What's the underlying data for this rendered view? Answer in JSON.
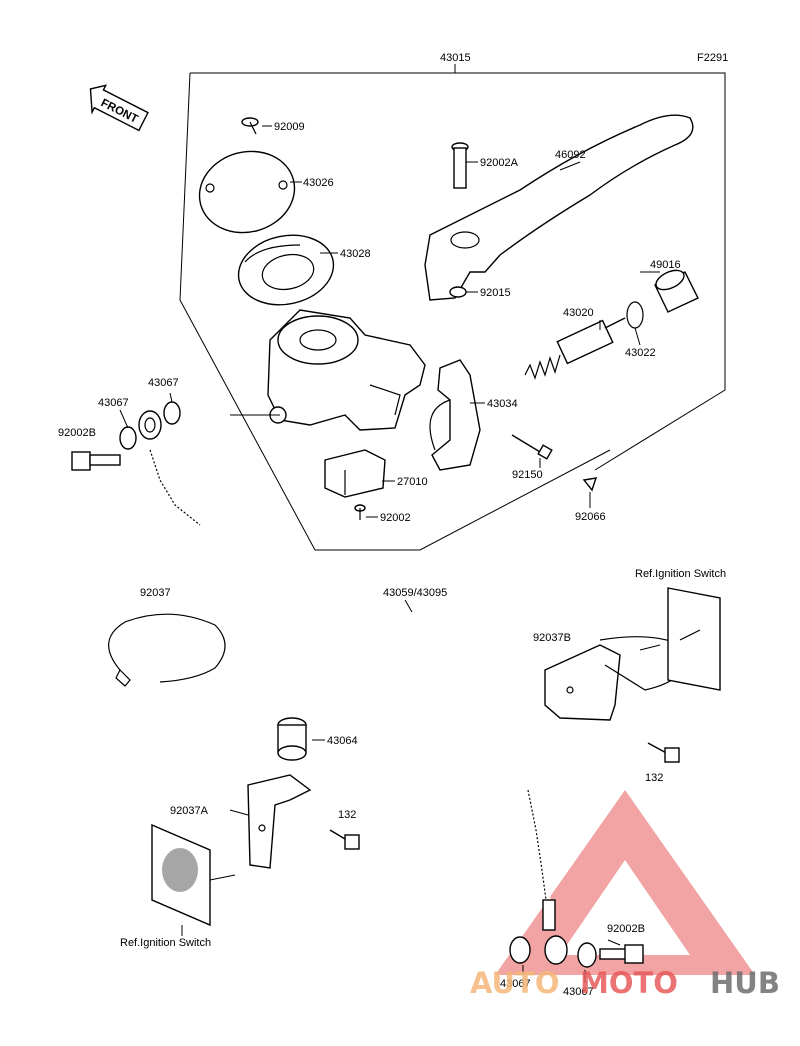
{
  "diagram": {
    "figure_code": "F2291",
    "front_arrow": "FRONT",
    "assembly_label": "43015",
    "parts": {
      "p92009": "92009",
      "p43026": "43026",
      "p43028": "43028",
      "p92002A": "92002A",
      "p46092": "46092",
      "p49016": "49016",
      "p92015": "92015",
      "p43020": "43020",
      "p43022": "43022",
      "p43034": "43034",
      "p43067a": "43067",
      "p43067b": "43067",
      "p92002B_top": "92002B",
      "p27010": "27010",
      "p92150": "92150",
      "p92066": "92066",
      "p92002": "92002",
      "p92037": "92037",
      "p43059": "43059/43095",
      "ref_ignition_right": "Ref.Ignition Switch",
      "p92037B": "92037B",
      "p132_right": "132",
      "p43064": "43064",
      "p92037A": "92037A",
      "p132_left": "132",
      "ref_ignition_left": "Ref.Ignition Switch",
      "p92002B_bottom": "92002B",
      "p43067c": "43067",
      "p43067d": "43067"
    }
  },
  "watermark": {
    "text_auto": "AUTO",
    "text_moto": "MOTO",
    "text_hub": "HUB",
    "color_light": "#f5b77a",
    "color_red": "#e85b5b",
    "color_dark": "#6e6e6e"
  }
}
